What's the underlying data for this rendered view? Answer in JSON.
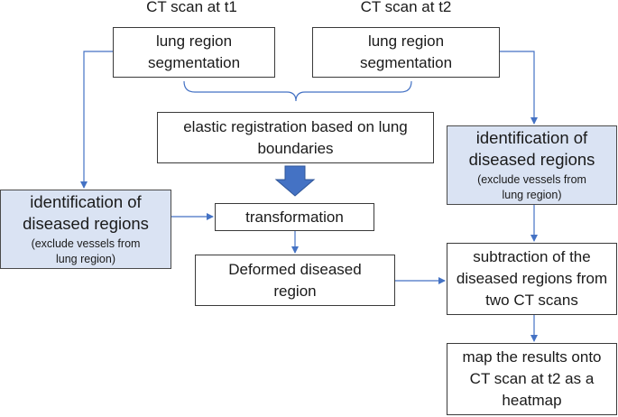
{
  "headers": {
    "t1": "CT scan at t1",
    "t2": "CT scan at t2"
  },
  "boxes": {
    "seg_t1": {
      "line1": "lung region",
      "line2": "segmentation"
    },
    "seg_t2": {
      "line1": "lung region",
      "line2": "segmentation"
    },
    "registration": {
      "line1": "elastic registration based on lung",
      "line2": "boundaries"
    },
    "ident_left": {
      "line1": "identification of",
      "line2": "diseased regions",
      "note1": "(exclude vessels from",
      "note2": "lung region)"
    },
    "ident_right": {
      "line1": "identification of",
      "line2": "diseased regions",
      "note1": "(exclude vessels from",
      "note2": "lung region)"
    },
    "transformation": {
      "line1": "transformation"
    },
    "deformed": {
      "line1": "Deformed diseased",
      "line2": "region"
    },
    "subtraction": {
      "line1": "subtraction of the",
      "line2": "diseased regions from",
      "line3": "two CT scans"
    },
    "map": {
      "line1": "map the results onto",
      "line2": "CT scan at t2 as a",
      "line3": "heatmap"
    }
  },
  "colors": {
    "connector": "#4472c4",
    "fill_box": "#dae3f3",
    "big_arrow": "#4472c4"
  }
}
